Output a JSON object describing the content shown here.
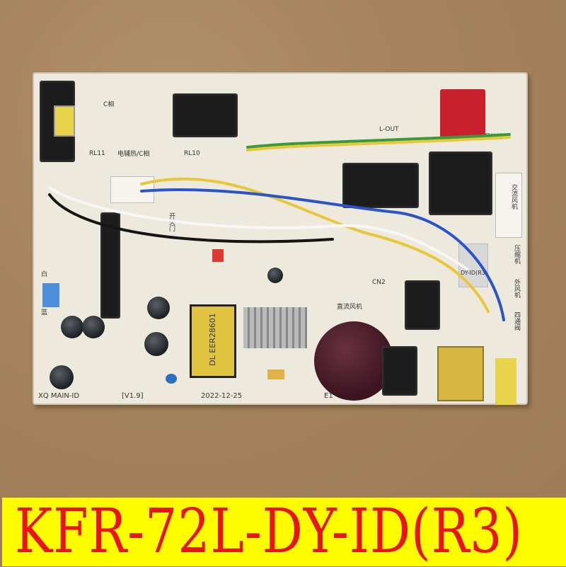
{
  "caption": {
    "model": "KFR-72L-DY-ID(R3)",
    "background_color": "#fdfd00",
    "text_color": "#e8141a"
  },
  "board": {
    "silkscreen": {
      "board_name": "XQ  MAIN-ID",
      "version": "[V1.9]",
      "date": "2022-12-25",
      "e1": "E1",
      "transformer_label": "DL EER28601",
      "c_phase": "C相",
      "aux_heat_c": "电辅热/C相",
      "protect_ground": "保护地",
      "l_out": "L-OUT",
      "ac_fan": "交流风机",
      "outdoor_fan": "外风机",
      "four_way_valve": "四通阀",
      "compressor": "压缩机",
      "dc_fan": "直流风机",
      "white": "白",
      "blue": "蓝",
      "open_door": "开关门",
      "rl10": "RL10",
      "rl11": "RL11",
      "cn2": "CN2",
      "model_sticker": "DY-ID(R3)"
    },
    "wire_colors": {
      "green_yellow": "#3a9a3a",
      "yellow": "#e8c73a",
      "blue": "#2a55c8",
      "white": "#f7f7f7",
      "black": "#151515"
    }
  }
}
